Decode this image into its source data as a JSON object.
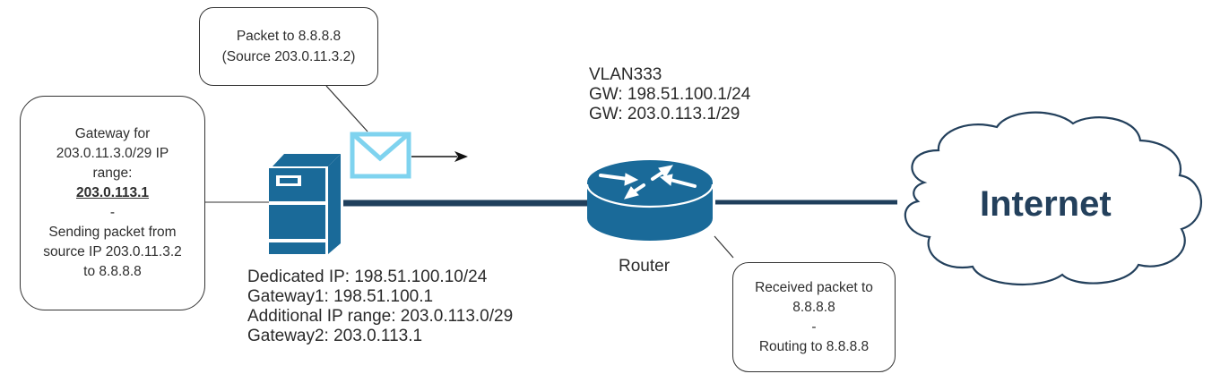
{
  "diagram": {
    "title": "Routing of additional IP range via gateway",
    "colors": {
      "device_blue": "#1a6a99",
      "link_navy": "#1f3f5c",
      "envelope_cyan": "#7fd3ef",
      "internet_text": "#23405c",
      "callout_border": "#333333"
    },
    "gateway_note": {
      "lines": [
        "Gateway for",
        "203.0.11.3.0/29 IP",
        "range:",
        "203.0.113.1",
        "-",
        "Sending packet from",
        "source IP 203.0.11.3.2",
        "to 8.8.8.8"
      ]
    },
    "packet_note": {
      "lines": [
        "Packet to 8.8.8.8",
        "(Source 203.0.11.3.2)"
      ]
    },
    "server": {
      "icon": "server-icon",
      "info": [
        "Dedicated IP: 198.51.100.10/24",
        "Gateway1: 198.51.100.1",
        "Additional IP range: 203.0.113.0/29",
        "Gateway2: 203.0.113.1"
      ]
    },
    "packet": {
      "icon": "envelope-icon"
    },
    "router": {
      "icon": "router-icon",
      "label": "Router",
      "vlan_info": [
        "VLAN333",
        "GW: 198.51.100.1/24",
        "GW: 203.0.113.1/29"
      ]
    },
    "router_note": {
      "lines": [
        "Received packet to",
        "8.8.8.8",
        "-",
        "Routing to 8.8.8.8"
      ]
    },
    "internet": {
      "icon": "cloud-icon",
      "label": "Internet"
    }
  }
}
